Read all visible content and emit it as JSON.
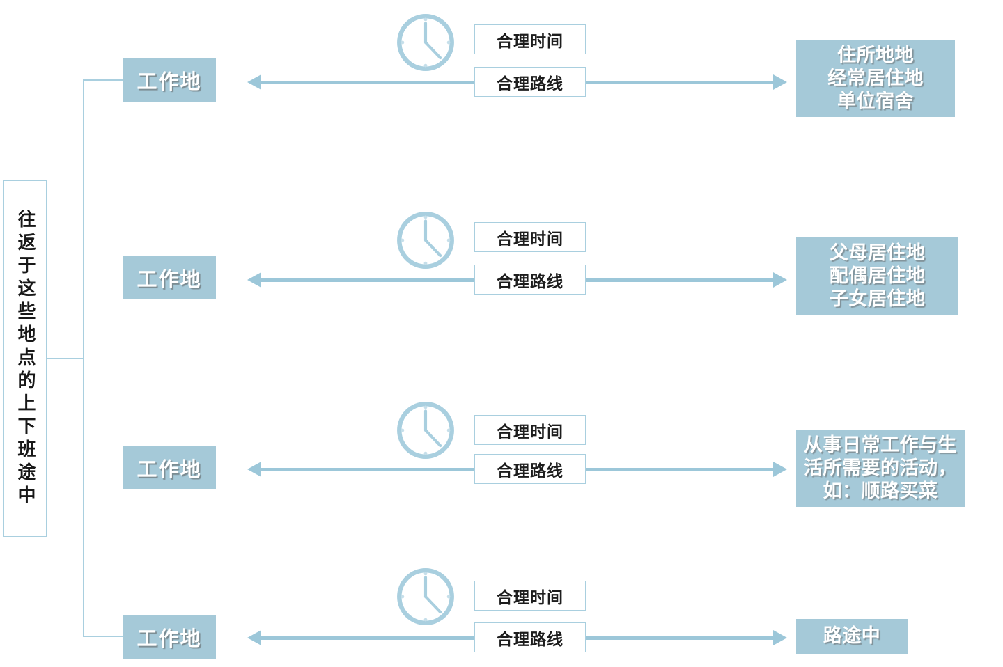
{
  "diagram": {
    "title": "往返于这些地点的上下班途中",
    "root_label": "往返于这些地点的上下班途中",
    "colors": {
      "fill_blue": "#a5c9d8",
      "line_blue": "#a9cfdf",
      "arrow_blue": "#9cc7d9",
      "text_white": "#ffffff",
      "text_dark": "#1d1d1d",
      "background": "#ffffff"
    },
    "condition_labels": {
      "time": "合理时间",
      "route": "合理路线"
    },
    "work_label": "工作地",
    "clock_icon_name": "clock-icon",
    "rows": [
      {
        "id": "row-1",
        "work": "工作地",
        "condition_time": "合理时间",
        "condition_route": "合理路线",
        "destination": "住所地地\n经常居住地\n单位宿舍",
        "destination_lines": [
          "住所地地",
          "经常居住地",
          "单位宿舍"
        ]
      },
      {
        "id": "row-2",
        "work": "工作地",
        "condition_time": "合理时间",
        "condition_route": "合理路线",
        "destination": "父母居住地\n配偶居住地\n子女居住地",
        "destination_lines": [
          "父母居住地",
          "配偶居住地",
          "子女居住地"
        ]
      },
      {
        "id": "row-3",
        "work": "工作地",
        "condition_time": "合理时间",
        "condition_route": "合理路线",
        "destination": "从事日常工作与生活所需要的活动，如：顺路买菜",
        "destination_lines": [
          "从事日常工作与生",
          "活所需要的活动，",
          "如：顺路买菜"
        ]
      },
      {
        "id": "row-4",
        "work": "工作地",
        "condition_time": "合理时间",
        "condition_route": "合理路线",
        "destination": "路途中",
        "destination_lines": [
          "路途中"
        ]
      }
    ]
  }
}
